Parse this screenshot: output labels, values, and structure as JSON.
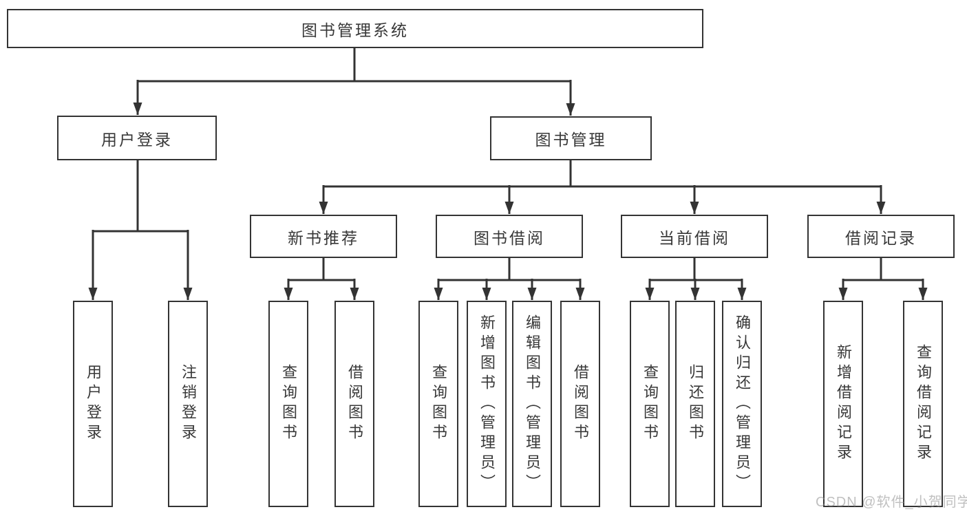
{
  "diagram": {
    "title": "图书管理系统",
    "type": "hierarchy-tree",
    "tree": {
      "root": {
        "label": "图书管理系统"
      },
      "branches": [
        {
          "label": "用户登录",
          "children": [
            {
              "label": "用户登录"
            },
            {
              "label": "注销登录"
            }
          ]
        },
        {
          "label": "图书管理",
          "children": [
            {
              "label": "新书推荐",
              "children": [
                {
                  "label": "查询图书"
                },
                {
                  "label": "借阅图书"
                }
              ]
            },
            {
              "label": "图书借阅",
              "children": [
                {
                  "label": "查询图书"
                },
                {
                  "label": "新增图书（管理员）"
                },
                {
                  "label": "编辑图书（管理员）"
                },
                {
                  "label": "借阅图书"
                }
              ]
            },
            {
              "label": "当前借阅",
              "children": [
                {
                  "label": "查询图书"
                },
                {
                  "label": "归还图书"
                },
                {
                  "label": "确认归还（管理员）"
                }
              ]
            },
            {
              "label": "借阅记录",
              "children": [
                {
                  "label": "新增借阅记录"
                },
                {
                  "label": "查询借阅记录"
                }
              ]
            }
          ]
        }
      ]
    }
  },
  "watermark": "CSDN @软件_小贺同学",
  "colors": {
    "line": "#333333",
    "node_border": "#333333",
    "text": "#383838",
    "watermark": "#8d8d8d",
    "background": "#ffffff"
  }
}
